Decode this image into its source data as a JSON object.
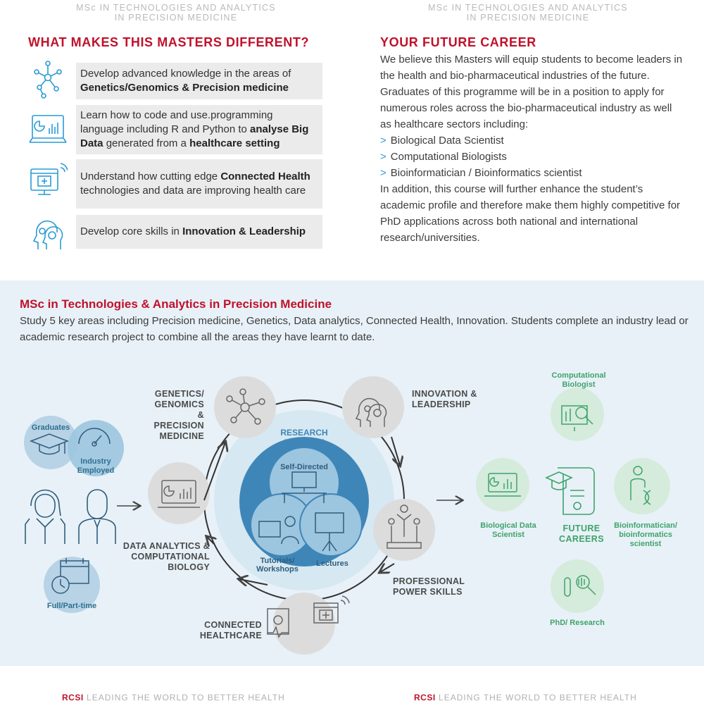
{
  "running_heads": {
    "left": "MSc IN TECHNOLOGIES AND ANALYTICS IN PRECISION MEDICINE",
    "right": "MSc IN TECHNOLOGIES AND ANALYTICS IN PRECISION MEDICINE"
  },
  "different": {
    "title": "WHAT MAKES THIS MASTERS DIFFERENT?",
    "items": [
      {
        "icon": "network-nodes-icon",
        "pre": "Develop advanced knowledge in the areas of",
        "b1": "Genetics/Genomics & Precision medicine"
      },
      {
        "icon": "laptop-chart-icon",
        "pre": "Learn how to code and use.programming language including R and Python to",
        "b1": "analyse Big Data",
        "mid": "generated from a",
        "b2": "healthcare setting"
      },
      {
        "icon": "connected-monitor-icon",
        "pre": "Understand how cutting edge",
        "b1": "Connected Health",
        "post": "technologies and data are improving health care"
      },
      {
        "icon": "heads-gears-icon",
        "pre": "Develop core skills in",
        "b1": "Innovation & Leadership"
      }
    ]
  },
  "career": {
    "title": "YOUR FUTURE CAREER",
    "intro": "We believe this Masters will equip students to become leaders in the health and bio-pharmaceutical industries of the future. Graduates of this programme will be in a position to apply for numerous roles across the bio-pharmaceutical industry as well as healthcare sectors including:",
    "bullet_glyph": ">",
    "roles": [
      "Biological Data Scientist",
      "Computational Biologists",
      "Bioinformatician / Bioinformatics scientist"
    ],
    "closing": "In addition, this course will further enhance the student’s academic profile and therefore make them highly competitive for PhD applications across both national and international research/universities."
  },
  "overview": {
    "title": "MSc in Technologies & Analytics in Precision Medicine",
    "body": "Study 5 key areas including Precision medicine, Genetics, Data analytics, Connected Health, Innovation. Students complete an industry lead or academic research project to combine all the areas they have learnt to date."
  },
  "diagram": {
    "students": {
      "graduates": "Graduates",
      "industry": "Industry Employed",
      "mode": "Full/Part-time"
    },
    "modules": {
      "genetics": "GENETICS/ GENOMICS & PRECISION MEDICINE",
      "innovation": "INNOVATION & LEADERSHIP",
      "data": "DATA ANALYTICS & COMPUTATIONAL BIOLOGY",
      "professional": "PROFESSIONAL POWER SKILLS",
      "connected": "CONNECTED HEALTHCARE"
    },
    "research": {
      "title": "RESEARCH PROJECT",
      "self": "Self-Directed",
      "tutorials": "Tutorials/ Workshops",
      "lectures": "Lectures"
    },
    "careers": {
      "center": "FUTURE CAREERS",
      "computational": "Computational Biologist",
      "biological": "Biological Data Scientist",
      "bioinformatician": "Bioinformatician/ bioinformatics scientist",
      "phd": "PhD/ Research"
    }
  },
  "footer": {
    "brand": "RCSI",
    "tagline": "LEADING THE WORLD TO BETTER HEALTH"
  },
  "colors": {
    "accent_red": "#c0112b",
    "accent_blue": "#2a9bd6",
    "career_green": "#3fa36b"
  }
}
